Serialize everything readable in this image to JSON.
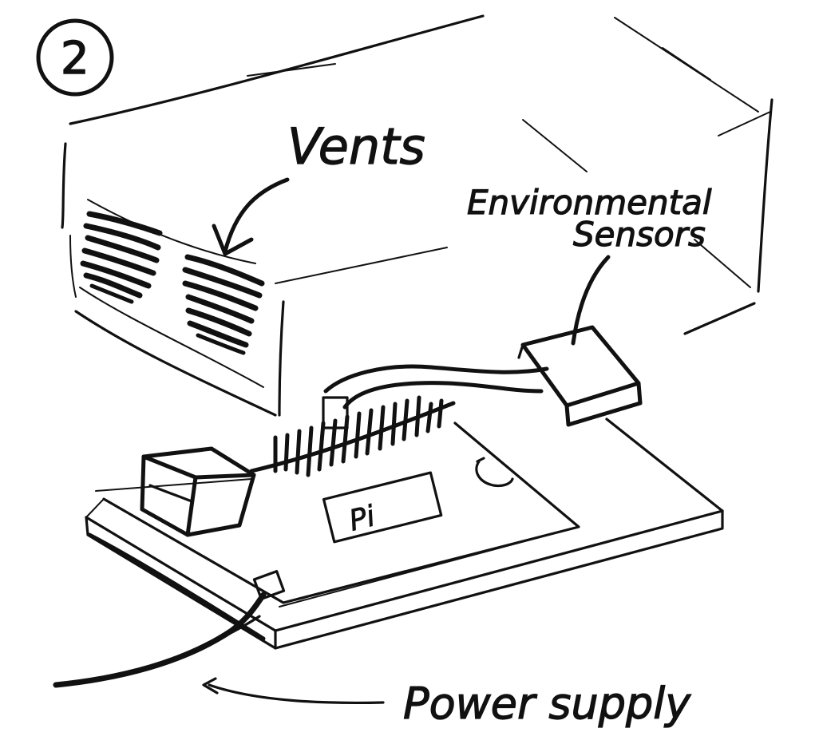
{
  "diagram": {
    "step_number": "2",
    "labels": {
      "vents": "Vents",
      "environmental_sensors_line1": "Environmental",
      "environmental_sensors_line2": "Sensors",
      "board": "Pi",
      "power_supply": "Power supply"
    },
    "ink_color": "#111111",
    "background_color": "#ffffff"
  }
}
